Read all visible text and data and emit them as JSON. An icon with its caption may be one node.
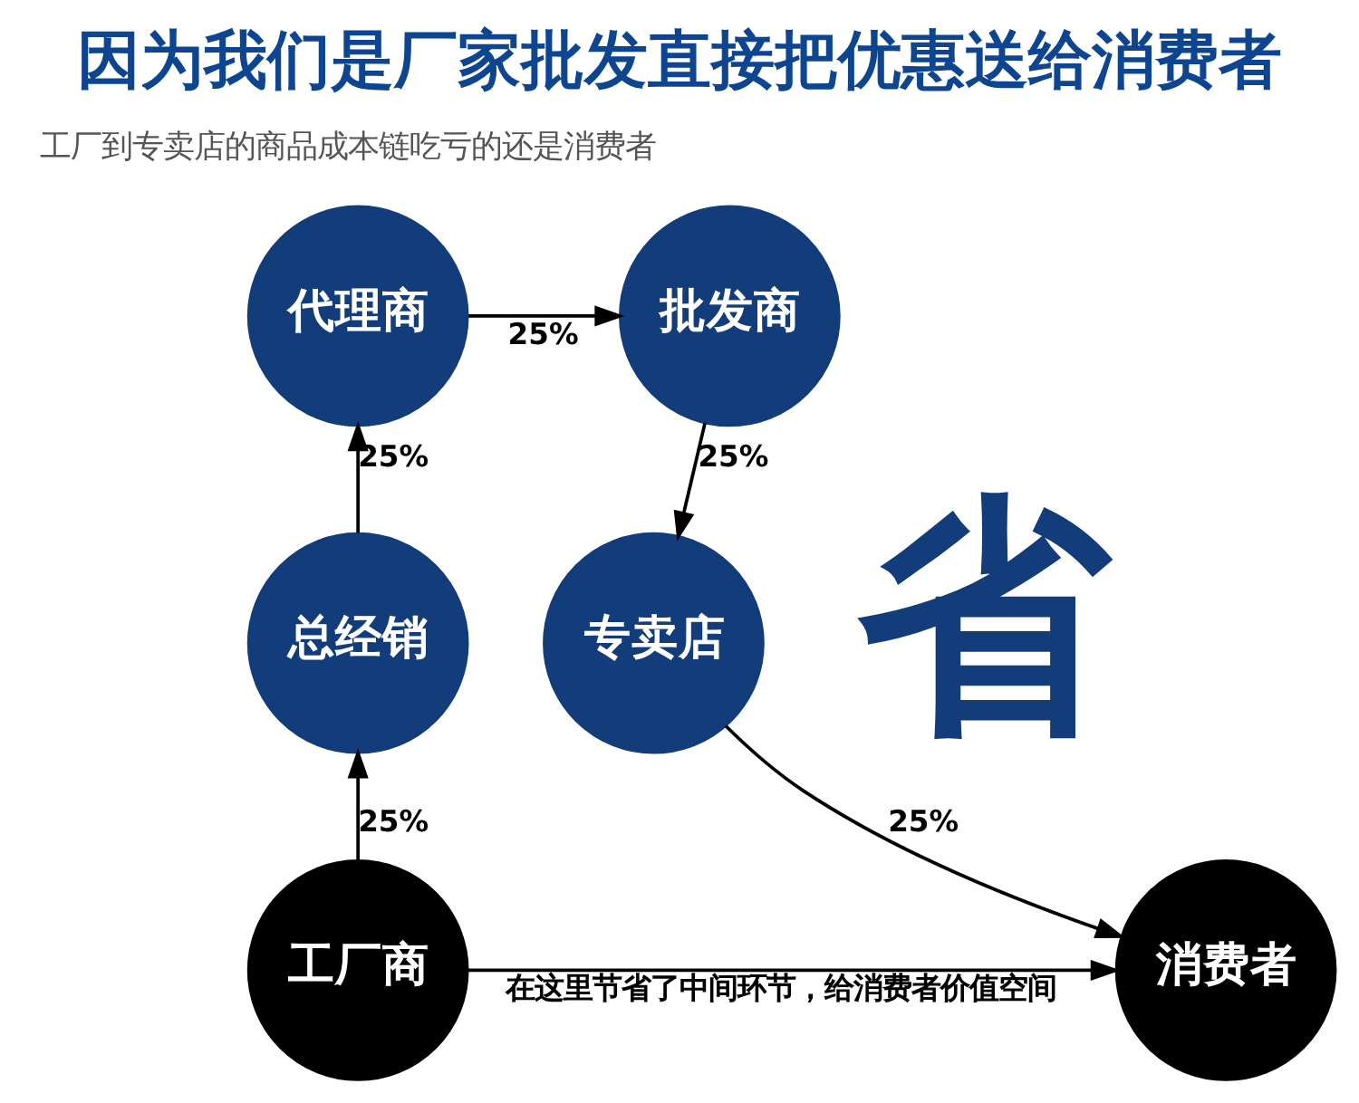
{
  "diagram": {
    "title": "因为我们是厂家批发直接把优惠送给消费者",
    "nodes": [
      {
        "text": [
          "工厂商"
        ]
      },
      {
        "text": [
          "总经销"
        ]
      },
      {
        "text": [
          "代理商"
        ]
      },
      {
        "text": [
          "批发商"
        ]
      },
      {
        "text": [
          "专卖店"
        ]
      },
      {
        "text": [
          "消费者"
        ]
      }
    ],
    "edges": [
      {
        "from": 0,
        "to": 1,
        "arrow": "to",
        "label": "25%"
      },
      {
        "from": 1,
        "to": 2,
        "arrow": "to",
        "label": "25%"
      },
      {
        "from": 2,
        "to": 3,
        "arrow": "to",
        "label": "25%"
      },
      {
        "from": 3,
        "to": 4,
        "arrow": "to",
        "label": "25%"
      },
      {
        "from": 4,
        "to": 5,
        "arrow": "to",
        "label": "25%"
      },
      {
        "from": 0,
        "to": 5,
        "arrow": "to",
        "label": "在这里节省了中间环节，给消费者价值空间"
      }
    ],
    "labels": [
      "工厂到专卖店的商品成本链吃亏的还是消费者",
      "省"
    ]
  }
}
